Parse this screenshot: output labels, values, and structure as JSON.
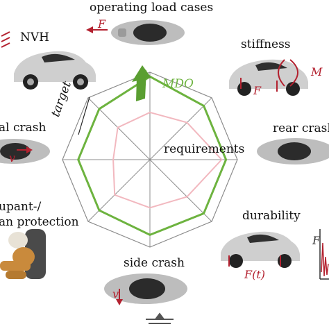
{
  "labels": {
    "operating_load_cases": "operating load cases",
    "nvh": "NVH",
    "stiffness": "stiffness",
    "frontal_crash": "al crash",
    "rear_crash": "rear crash",
    "occupant_line1": "upant-/",
    "occupant_line2": "an protection",
    "durability": "durability",
    "side_crash": "side crash",
    "target": "target",
    "mdo": "MDO",
    "requirements": "requirements"
  },
  "symbols": {
    "force_F_top": "F",
    "force_F_stiffness": "F",
    "moment_M": "M",
    "velocity_v_left": "v",
    "velocity_v_bottom": "v",
    "force_Ft": "F(t)",
    "plot_F": "F"
  },
  "colors": {
    "mdo_polygon": "#6db33f",
    "requirements_polygon": "#f2b8bf",
    "grid": "#8c8c8c",
    "arrow_green": "#5a9e31",
    "force_red": "#b3212f",
    "car_body": "#c8c8c8"
  },
  "radar": {
    "axes": 8,
    "mdo_levels": [
      0.95,
      0.87,
      0.87,
      0.87,
      0.86,
      0.82,
      0.82,
      0.82
    ],
    "requirements_levels": [
      0.54,
      0.6,
      0.82,
      0.6,
      0.55,
      0.57,
      0.42,
      0.52
    ]
  }
}
